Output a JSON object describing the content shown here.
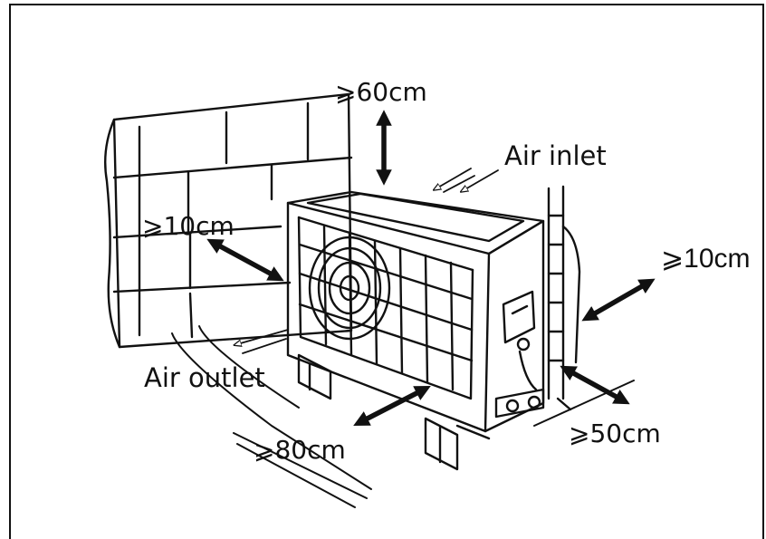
{
  "labels": {
    "top_clearance": "⩾60cm",
    "air_inlet": "Air inlet",
    "left_clearance": "⩾10cm",
    "right_clearance": "⩾10cm",
    "air_outlet": "Air outlet",
    "front_clearance": "⩾80cm",
    "back_clearance": "⩾50cm"
  },
  "colors": {
    "line": "#111111",
    "background": "#ffffff"
  }
}
